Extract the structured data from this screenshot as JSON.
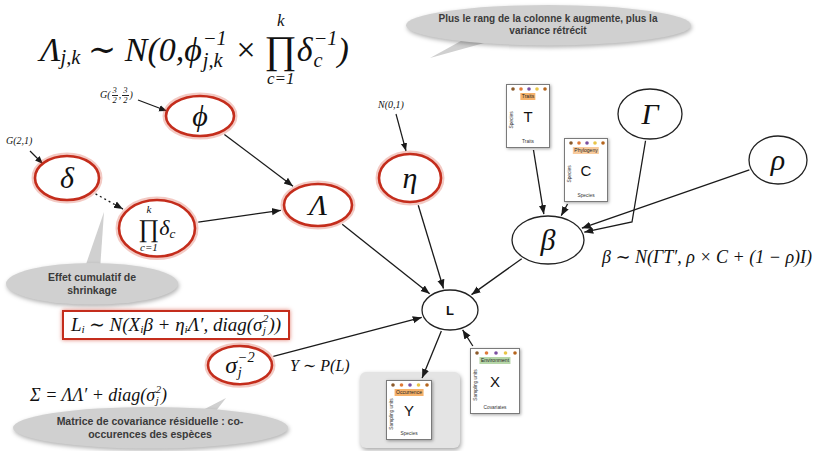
{
  "diagram": {
    "nodes": [
      {
        "text": [
          "Plus le rang de la colonne k augmente, plus la variance rétrécit"
        ]
      },
      {
        "text": [
          "ϕ"
        ]
      },
      {
        "text": [
          "Traits",
          "T",
          "Species",
          "Traits"
        ]
      },
      {
        "text": [
          "Γ"
        ]
      },
      {
        "text": [
          "δ"
        ]
      },
      {
        "text": [
          "Phylogeny",
          "C",
          "Species",
          "Species"
        ]
      },
      {
        "text": [
          "ρ"
        ]
      },
      {
        "text": [
          "Λ"
        ]
      },
      {
        "text": [
          "η"
        ]
      },
      {
        "text": [
          "k",
          "∏",
          "c=1",
          "δ",
          "c"
        ]
      },
      {
        "text": [
          "β"
        ]
      },
      {
        "text": [
          "Effet cumulatif de shrinkage"
        ]
      },
      {
        "text": [
          "L",
          "i",
          "∼ N(X",
          "i",
          "β + η",
          "i",
          "Λ′, diag(σ",
          "2",
          "j",
          "))"
        ]
      },
      {
        "text": [
          "L"
        ]
      },
      {
        "text": [
          "σ",
          "−2",
          "j"
        ]
      },
      {
        "text": [
          "Environment",
          "X",
          "Sampling units",
          "Covariates"
        ]
      },
      {
        "text": [
          "Matrice de covariance résiduelle : co-occurences des espèces"
        ]
      },
      {
        "text": [
          "Occurrence",
          "Y",
          "Sampling units",
          "Species"
        ]
      }
    ],
    "edges": [
      {
        "from": 4,
        "to": 9,
        "arrow": "to"
      },
      {
        "from": 1,
        "to": 7,
        "arrow": "to"
      },
      {
        "from": 9,
        "to": 7,
        "arrow": "to"
      },
      {
        "from": 7,
        "to": 13,
        "arrow": "to"
      },
      {
        "from": 8,
        "to": 13,
        "arrow": "to"
      },
      {
        "from": 3,
        "to": 10,
        "arrow": "to"
      },
      {
        "from": 2,
        "to": 10,
        "arrow": "to"
      },
      {
        "from": 5,
        "to": 10,
        "arrow": "to"
      },
      {
        "from": 6,
        "to": 10,
        "arrow": "to"
      },
      {
        "from": 10,
        "to": 13,
        "arrow": "to"
      },
      {
        "from": 14,
        "to": 13,
        "arrow": "to"
      },
      {
        "from": 15,
        "to": 13,
        "arrow": "to"
      },
      {
        "from": 13,
        "to": 17,
        "arrow": "to"
      }
    ],
    "labels": [
      "Λ",
      "j,k",
      "∼ N(0,ϕ",
      "−1",
      "j,k",
      "×",
      "k",
      "∏",
      "c=1",
      "δ",
      "−1",
      "c",
      ")",
      "G(",
      "3",
      "2",
      ",",
      "3",
      "2",
      ")",
      "G(2,1)",
      "N(0,1)",
      "β ∼ N(ΓT′, ρ × C + (1 − ρ)I)",
      "Y ∼ P(L)",
      "Σ = ΛΛ′ + diag(σ",
      "2",
      "j",
      ")"
    ]
  }
}
